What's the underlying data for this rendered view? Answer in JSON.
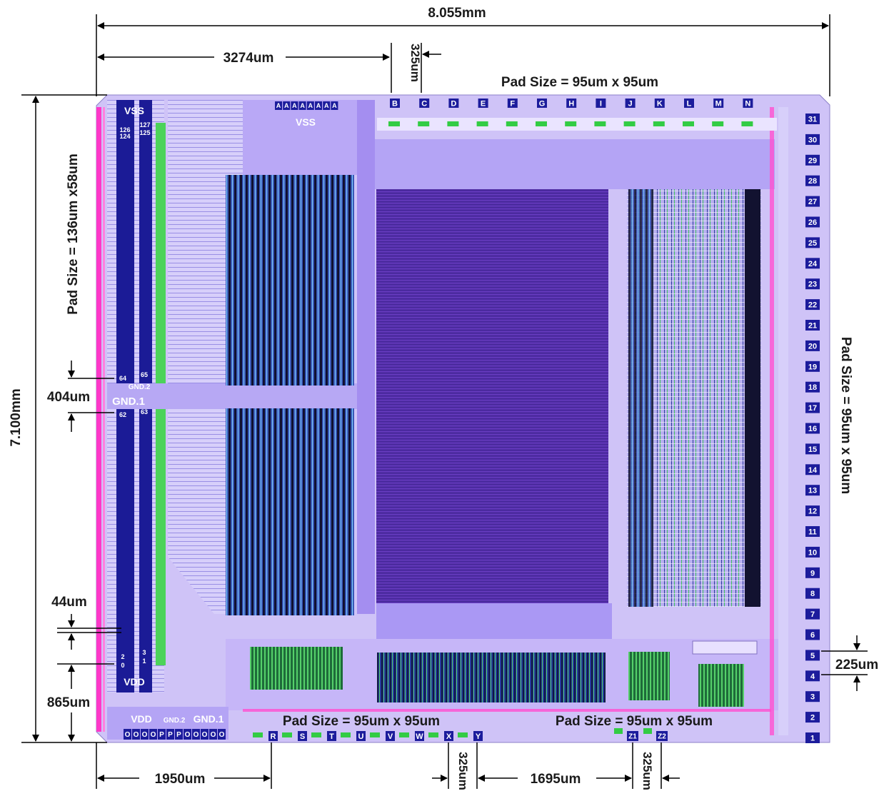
{
  "dimensions": {
    "chip_width": "8.055mm",
    "chip_height": "7.100mm",
    "top_offset": "3274um",
    "top_pad_pitch": "325um",
    "bottom_left_offset": "1950um",
    "bottom_pitch_a": "325um",
    "bottom_span": "1695um",
    "bottom_pitch_b": "325um",
    "left_gap_upper": "404um",
    "left_gap_lower": "44um",
    "left_bottom_offset": "865um",
    "right_pitch": "225um"
  },
  "pad_size_labels": {
    "top": "Pad Size = 95um x 95um",
    "left": "Pad Size = 136um x58um",
    "right": "Pad Size = 95um x 95um",
    "bottom_left": "Pad Size = 95um x 95um",
    "bottom_right": "Pad Size = 95um x 95um"
  },
  "top_pads": [
    "B",
    "C",
    "D",
    "E",
    "F",
    "G",
    "H",
    "I",
    "J",
    "K",
    "L",
    "M",
    "N"
  ],
  "top_vss_pads": [
    "A",
    "A",
    "A",
    "A",
    "A",
    "A",
    "A",
    "A"
  ],
  "top_vss_label": "VSS",
  "right_pads": [
    "31",
    "30",
    "29",
    "28",
    "27",
    "26",
    "25",
    "24",
    "23",
    "22",
    "21",
    "20",
    "19",
    "18",
    "17",
    "16",
    "15",
    "14",
    "13",
    "12",
    "11",
    "10",
    "9",
    "8",
    "7",
    "6",
    "5",
    "4",
    "3",
    "2",
    "1"
  ],
  "bottom_pads": [
    "R",
    "S",
    "T",
    "U",
    "V",
    "W",
    "X",
    "Y"
  ],
  "bottom_right_pads": [
    "Z1",
    "Z2"
  ],
  "bottom_left_pads": [
    "O",
    "O",
    "O",
    "O",
    "P",
    "P",
    "P",
    "O",
    "O",
    "O",
    "O",
    "O"
  ],
  "left_column": {
    "vss": "VSS",
    "vdd": "VDD",
    "gnd1": "GND.1",
    "gnd2": "GND.2",
    "numbers_top": [
      "127",
      "126",
      "125",
      "124"
    ],
    "numbers_mid": [
      "64",
      "65",
      "62",
      "63"
    ],
    "numbers_bottom": [
      "2",
      "3",
      "0",
      "1"
    ]
  },
  "bottom_left_labels": {
    "vdd": "VDD",
    "gnd2": "GND.2",
    "gnd1": "GND.1"
  },
  "colors": {
    "die_background": "#c9b8f5",
    "pad": "#1c1c9c",
    "memory_array": "#4a2a9e",
    "power_bus": "#ff33cc",
    "green_cells": "#33cc44",
    "dimension_lines": "#000000"
  }
}
